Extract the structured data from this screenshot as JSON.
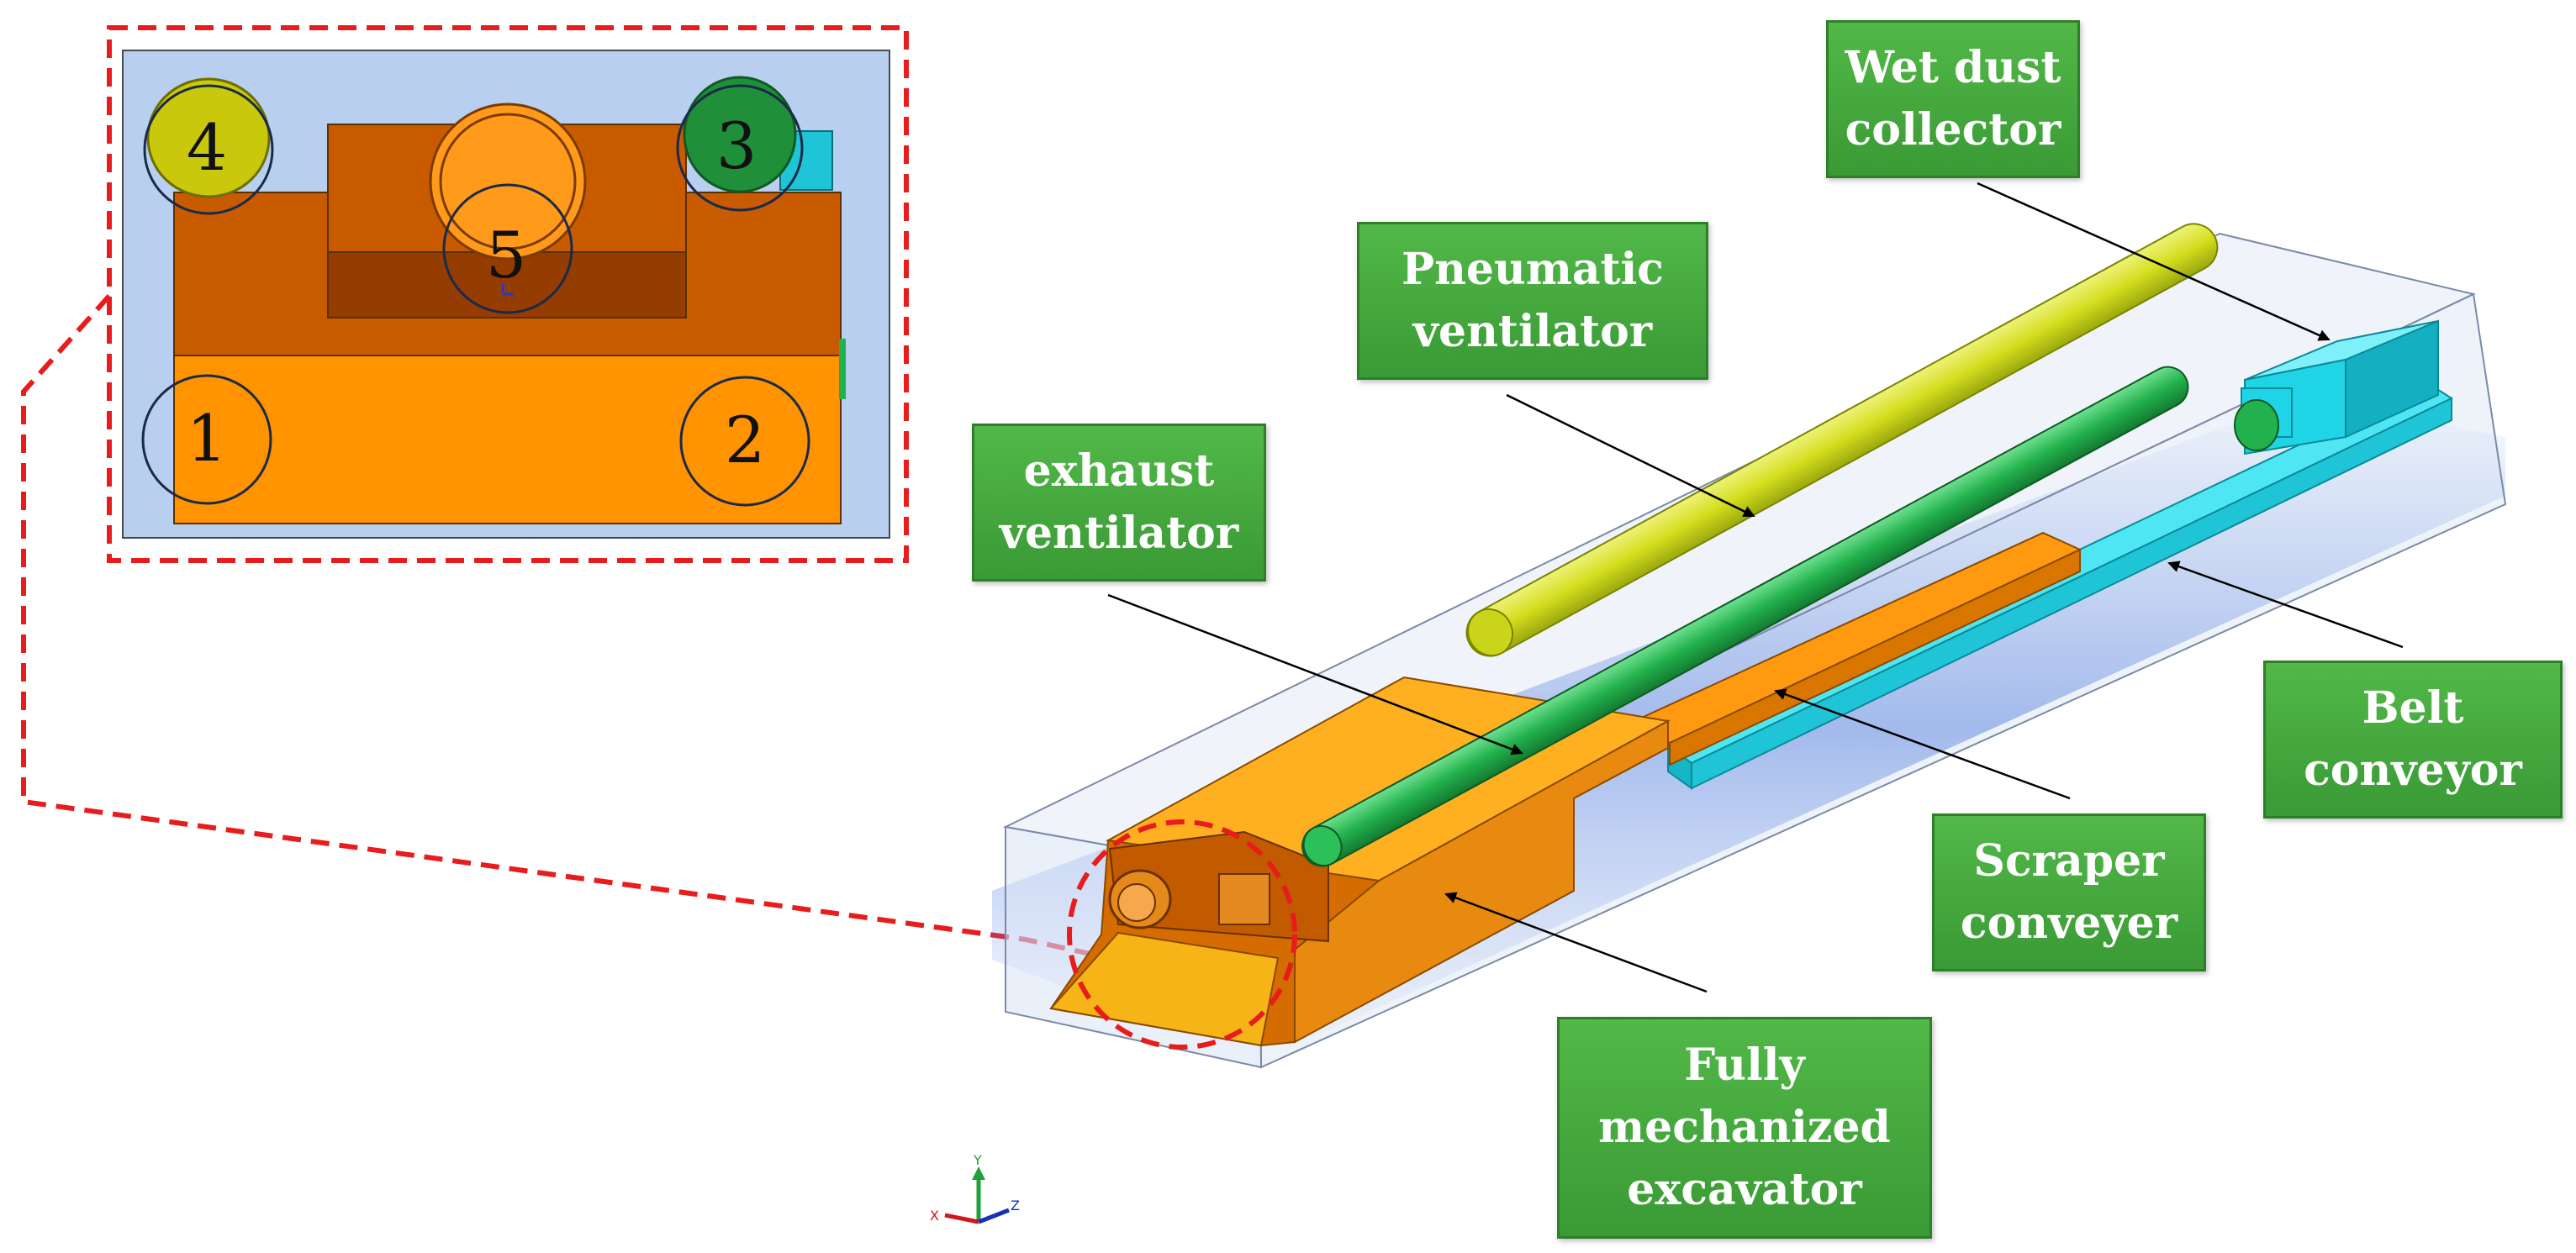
{
  "labels": {
    "wet_dust_collector": [
      "Wet dust",
      "collector"
    ],
    "pneumatic_ventilator": [
      "Pneumatic",
      "ventilator"
    ],
    "exhaust_ventilator": [
      "exhaust",
      "ventilator"
    ],
    "belt_conveyor": [
      "Belt",
      "conveyor"
    ],
    "scraper_conveyer": [
      "Scraper",
      "conveyer"
    ],
    "fully_mechanized_excavator": [
      "Fully",
      "mechanized",
      "excavator"
    ]
  },
  "inset_numbers": [
    "1",
    "2",
    "3",
    "4",
    "5"
  ],
  "axes": {
    "x": "X",
    "y": "Y",
    "z": "Z"
  },
  "colors": {
    "label_green": "#46a83e",
    "excavator_orange": "#f5a20c",
    "excavator_dark": "#c85a00",
    "pneumatic_yellow": "#d4de1e",
    "exhaust_green": "#22b14c",
    "conveyor_cyan": "#1fd4e6",
    "tunnel_blue": "#b8cff0",
    "highlight_red": "#e81c1c"
  }
}
